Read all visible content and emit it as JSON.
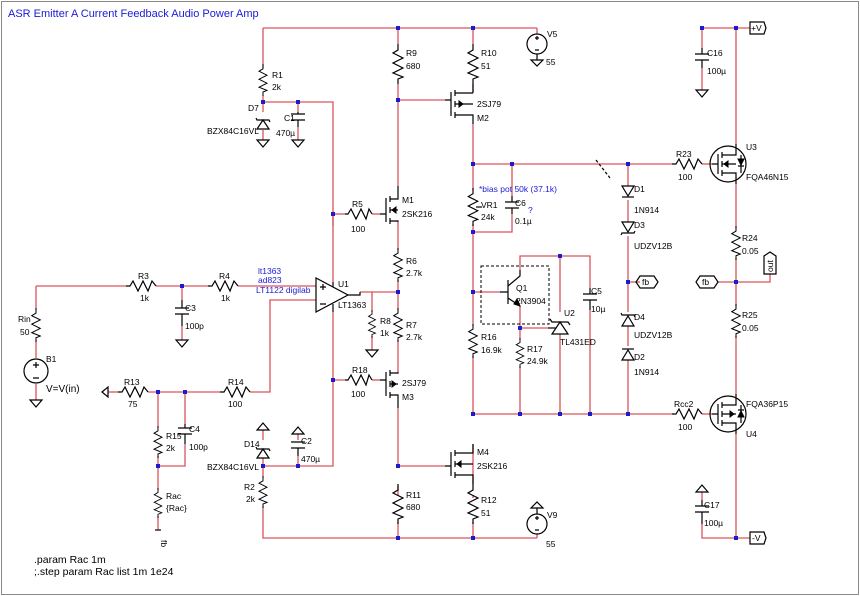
{
  "title": "ASR Emitter A Current Feedback Audio Power Amp",
  "annotations": {
    "opamp_alternatives": [
      "lt1363",
      "ad823",
      "LT1122 digilab"
    ],
    "bias_pot": "*bias pot 50k (37.1k)",
    "c6_note": "?"
  },
  "directives": [
    ".param Rac 1m",
    ";.step param Rac list 1m 1e24"
  ],
  "sources": [
    {
      "ref": "V5",
      "value": "55"
    },
    {
      "ref": "V9",
      "value": "55"
    },
    {
      "ref": "B1",
      "value": "V=V(in)"
    }
  ],
  "resistors": [
    {
      "ref": "R1",
      "value": "2k"
    },
    {
      "ref": "R2",
      "value": "2k"
    },
    {
      "ref": "R3",
      "value": "1k"
    },
    {
      "ref": "R4",
      "value": "1k"
    },
    {
      "ref": "R5",
      "value": "100"
    },
    {
      "ref": "R6",
      "value": "2.7k"
    },
    {
      "ref": "R7",
      "value": "2.7k"
    },
    {
      "ref": "R8",
      "value": "1k"
    },
    {
      "ref": "R9",
      "value": "680"
    },
    {
      "ref": "R10",
      "value": "51"
    },
    {
      "ref": "R11",
      "value": "680"
    },
    {
      "ref": "R12",
      "value": "51"
    },
    {
      "ref": "R13",
      "value": "75"
    },
    {
      "ref": "R14",
      "value": "100"
    },
    {
      "ref": "R15",
      "value": "2k"
    },
    {
      "ref": "R16",
      "value": "16.9k"
    },
    {
      "ref": "R17",
      "value": "24.9k"
    },
    {
      "ref": "R18",
      "value": "100"
    },
    {
      "ref": "R23",
      "value": "100"
    },
    {
      "ref": "R24",
      "value": "0.05"
    },
    {
      "ref": "R25",
      "value": "0.05"
    },
    {
      "ref": "Rcc2",
      "value": "100"
    },
    {
      "ref": "Rin",
      "value": "50"
    },
    {
      "ref": "Rac",
      "value": "{Rac}"
    },
    {
      "ref": "VR1",
      "value": "24k"
    }
  ],
  "capacitors": [
    {
      "ref": "C1",
      "value": "470µ"
    },
    {
      "ref": "C2",
      "value": "470µ"
    },
    {
      "ref": "C3",
      "value": "100p"
    },
    {
      "ref": "C4",
      "value": "100p"
    },
    {
      "ref": "C5",
      "value": "10µ"
    },
    {
      "ref": "C6",
      "value": "0.1µ"
    },
    {
      "ref": "C16",
      "value": "100µ"
    },
    {
      "ref": "C17",
      "value": "100µ"
    }
  ],
  "semiconductors": [
    {
      "ref": "D7",
      "value": "BZX84C16VL"
    },
    {
      "ref": "D14",
      "value": "BZX84C16VL"
    },
    {
      "ref": "D1",
      "value": "1N914"
    },
    {
      "ref": "D2",
      "value": "1N914"
    },
    {
      "ref": "D3",
      "value": "UDZV12B"
    },
    {
      "ref": "D4",
      "value": "UDZV12B"
    },
    {
      "ref": "M1",
      "value": "2SK216"
    },
    {
      "ref": "M2",
      "value": "2SJ79"
    },
    {
      "ref": "M3",
      "value": "2SJ79"
    },
    {
      "ref": "M4",
      "value": "2SK216"
    },
    {
      "ref": "U1",
      "value": "LT1363"
    },
    {
      "ref": "U2",
      "value": "TL431ED"
    },
    {
      "ref": "U3",
      "value": "FQA46N15"
    },
    {
      "ref": "U4",
      "value": "FQA36P15"
    },
    {
      "ref": "Q1",
      "value": "2N3904"
    }
  ],
  "net_labels": {
    "vplus": "+V",
    "vminus": "-V",
    "fb1": "fb",
    "fb2": "fb",
    "fb3": "fb",
    "out": "out"
  }
}
